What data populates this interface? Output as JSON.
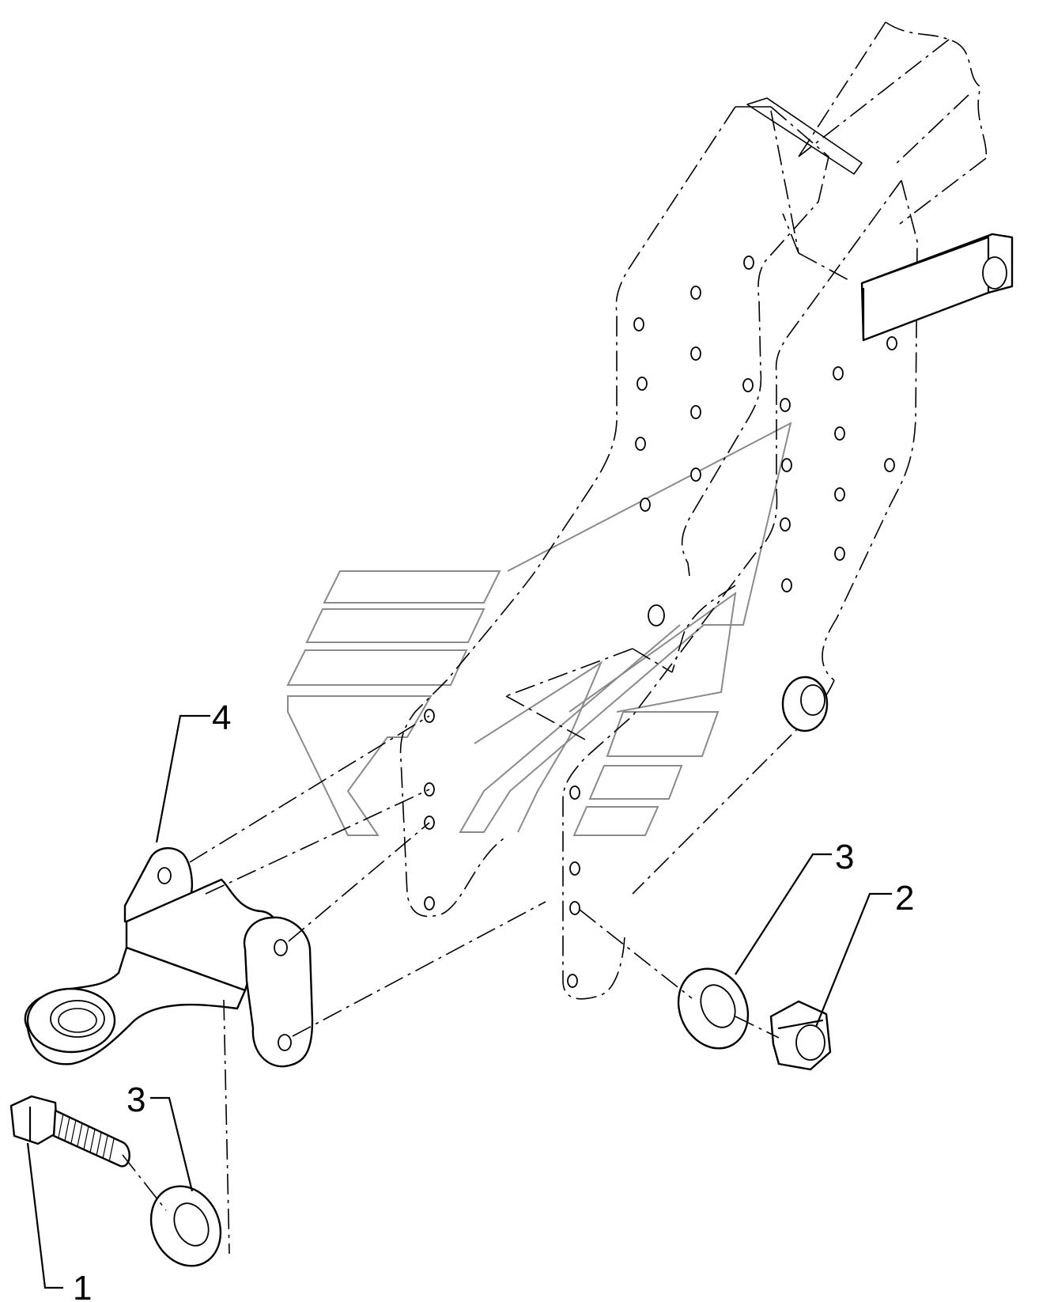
{
  "callouts": [
    {
      "id": "callout-4",
      "text": "4"
    },
    {
      "id": "callout-3-right",
      "text": "3"
    },
    {
      "id": "callout-2",
      "text": "2"
    },
    {
      "id": "callout-3-left",
      "text": "3"
    },
    {
      "id": "callout-1",
      "text": "1"
    }
  ]
}
